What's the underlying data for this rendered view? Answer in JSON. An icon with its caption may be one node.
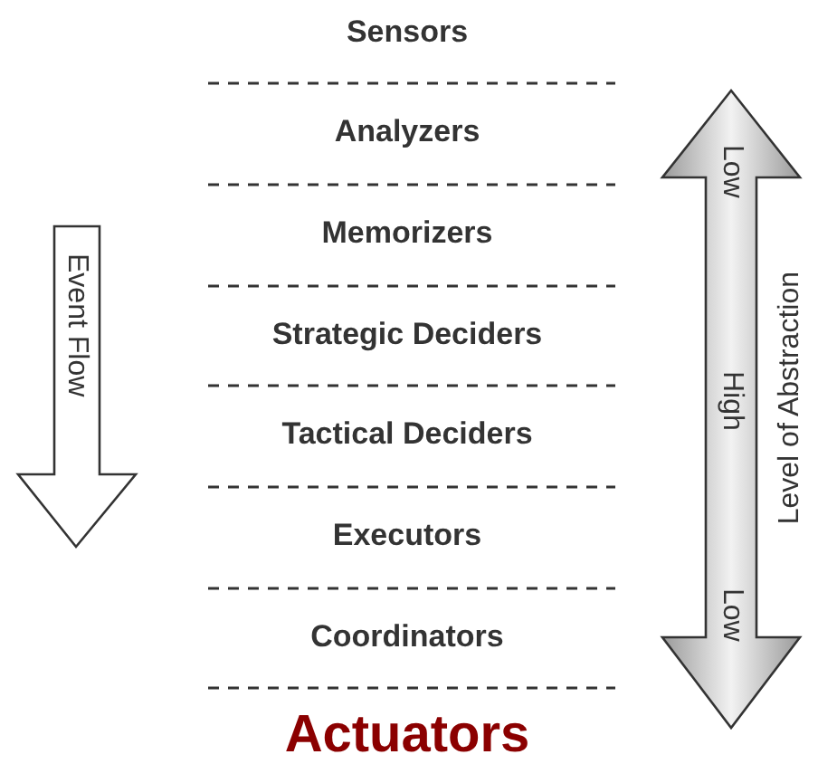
{
  "diagram": {
    "nodes": [
      {
        "text": [
          "Sensors"
        ]
      },
      {
        "text": [
          "Analyzers"
        ]
      },
      {
        "text": [
          "Memorizers"
        ]
      },
      {
        "text": [
          "Strategic Deciders"
        ]
      },
      {
        "text": [
          "Tactical Deciders"
        ]
      },
      {
        "text": [
          "Executors"
        ]
      },
      {
        "text": [
          "Coordinators"
        ]
      },
      {
        "text": [
          "Actuators"
        ]
      }
    ],
    "labels": [
      "Event Flow",
      "Low",
      "High",
      "Low",
      "Level of Abstraction"
    ]
  }
}
